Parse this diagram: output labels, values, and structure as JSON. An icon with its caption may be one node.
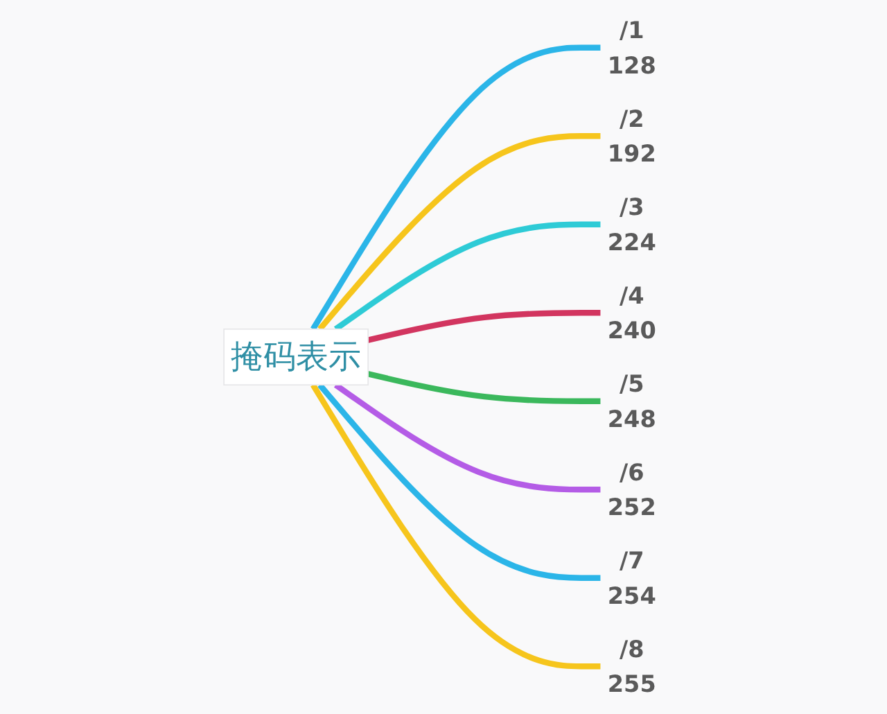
{
  "diagram": {
    "nodes": [
      {
        "text": [
          "掩码表示"
        ]
      },
      {
        "text": [
          "/1",
          "128"
        ]
      },
      {
        "text": [
          "/2",
          "192"
        ]
      },
      {
        "text": [
          "/3",
          "224"
        ]
      },
      {
        "text": [
          "/4",
          "240"
        ]
      },
      {
        "text": [
          "/5",
          "248"
        ]
      },
      {
        "text": [
          "/6",
          "252"
        ]
      },
      {
        "text": [
          "/7",
          "254"
        ]
      },
      {
        "text": [
          "/8",
          "255"
        ]
      }
    ],
    "edges": [
      {
        "from": 0,
        "to": 1,
        "arrow": "none",
        "color": "#2bb5e8"
      },
      {
        "from": 0,
        "to": 2,
        "arrow": "none",
        "color": "#f6c51c"
      },
      {
        "from": 0,
        "to": 3,
        "arrow": "none",
        "color": "#2ecbd6"
      },
      {
        "from": 0,
        "to": 4,
        "arrow": "none",
        "color": "#d2355f"
      },
      {
        "from": 0,
        "to": 5,
        "arrow": "none",
        "color": "#3bb85c"
      },
      {
        "from": 0,
        "to": 6,
        "arrow": "none",
        "color": "#b45ce6"
      },
      {
        "from": 0,
        "to": 7,
        "arrow": "none",
        "color": "#2bb5e8"
      },
      {
        "from": 0,
        "to": 8,
        "arrow": "none",
        "color": "#f6c51c"
      }
    ]
  }
}
